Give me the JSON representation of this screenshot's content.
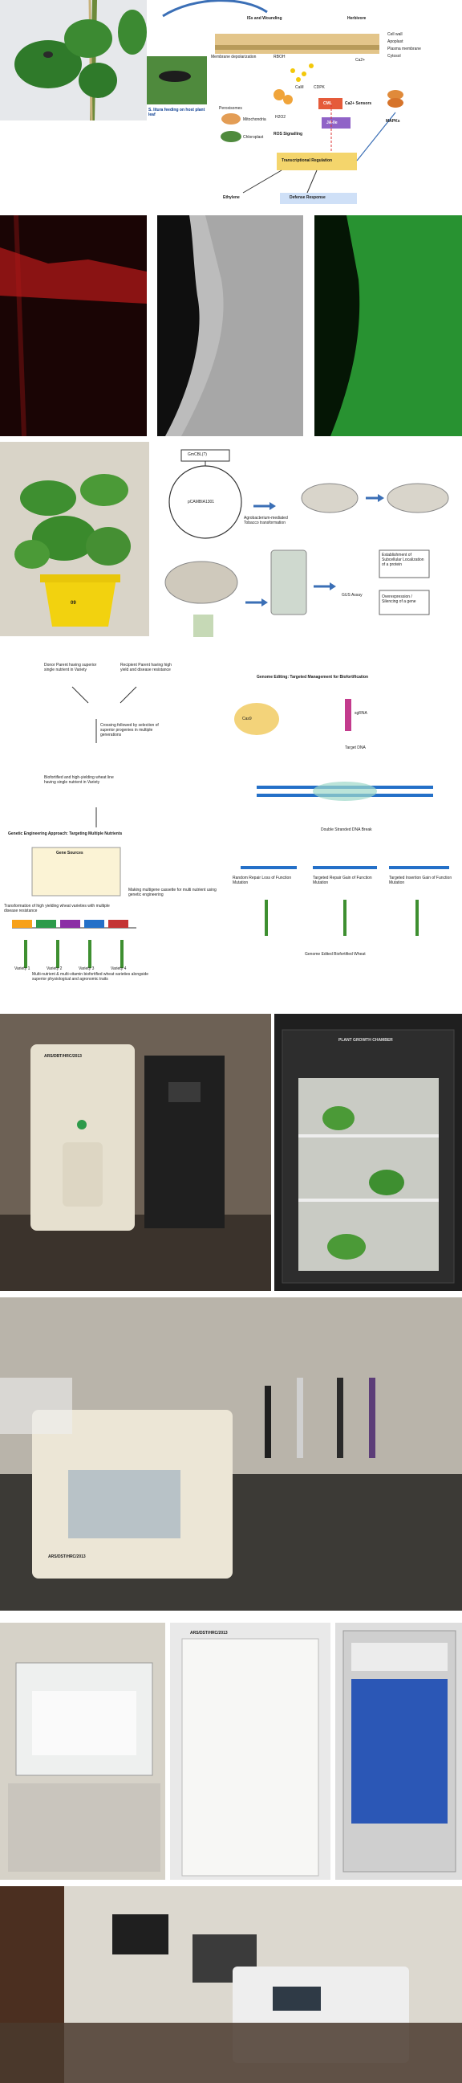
{
  "figure_1": {
    "pathway_labels": {
      "isd_wounding": "ISs and Wounding",
      "herbivore": "Herbivore",
      "cell_wall": "Cell wall",
      "apoplast": "Apoplast",
      "plasma_membrane": "Plasma membrane",
      "cytosol": "Cytosol",
      "membrane_depol": "Membrane depolarization",
      "rboh": "RBOH",
      "ca2plus": "Ca2+",
      "cam": "CaM",
      "cdpk": "CDPK",
      "cml": "CML",
      "ca_sensors": "Ca2+ Sensors",
      "peroxisomes": "Peroxisomes",
      "mitochondria": "Mitochondria",
      "chloroplast": "Chloroplast",
      "h2o2": "H2O2",
      "ros_signalling": "ROS Signalling",
      "ja_ile": "JA-Ile",
      "mapk": "MAPKs",
      "transcriptional": "Transcriptional Regulation",
      "ethylene": "Ethylene",
      "defense": "Defense Response"
    },
    "caption": "S. litura feeding on host plant leaf"
  },
  "figure_3": {
    "vector_name": "pCAMBIA1301",
    "gene_label": "GmCBL(?)",
    "agro": "Agrobacterium-mediated Tobacco transformation",
    "gus": "GUS Assay",
    "est": "Establishment of Subcellular Localization of a protein",
    "over": "Overexpression / Silencing of a gene",
    "pot_label": "09"
  },
  "figure_4": {
    "left": {
      "donor": "Donor Parent having superior single nutrient in Variety",
      "recipient": "Recipient Parent having high yield and disease resistance",
      "crossing": "Crossing followed by selection of superior progenies in multiple generations",
      "biofortified": "Biofortified and high-yielding wheat line having single nutrient in Variety",
      "heading": "Genetic Engineering Approach: Targeting Multiple Nutrients",
      "genes": "Gene Sources",
      "multigene": "Making multigene cassette for multi nutrient using genetic engineering",
      "transformation": "Transformation of high yielding wheat varieties with multiple disease resistance",
      "varieties": [
        "Variety 1",
        "Variety 2",
        "Variety 3",
        "Variety 4"
      ],
      "footer": "Multi-nutrient & multi-vitamin biofortified wheat varieties alongside superior physiological and agronomic traits"
    },
    "right": {
      "heading": "Genome Editing: Targeted Management for Biofortification",
      "target": "Target DNA",
      "cas9": "Cas9",
      "sgrna": "sgRNA",
      "dsb": "Double Stranded DNA Break",
      "outcomes": [
        "Random Repair Loss of Function Mutation",
        "Targeted Repair Gain of Function Mutation",
        "Targeted Insertion Gain of Function Mutation"
      ],
      "footer": "Genome Edited Biofortified Wheat"
    }
  },
  "lab_labels": {
    "biorad_machine": "ARS/DBT/HRC/2013",
    "thermocycler": "ARS/DST/HRC/2013",
    "chamber": "PLANT GROWTH CHAMBER",
    "fridge": "ARS/DST/HRC/2013"
  },
  "colors": {
    "red_fluor": "#b01818",
    "green_fluor": "#2fa83a",
    "arrow_blue": "#3b6fb6"
  }
}
